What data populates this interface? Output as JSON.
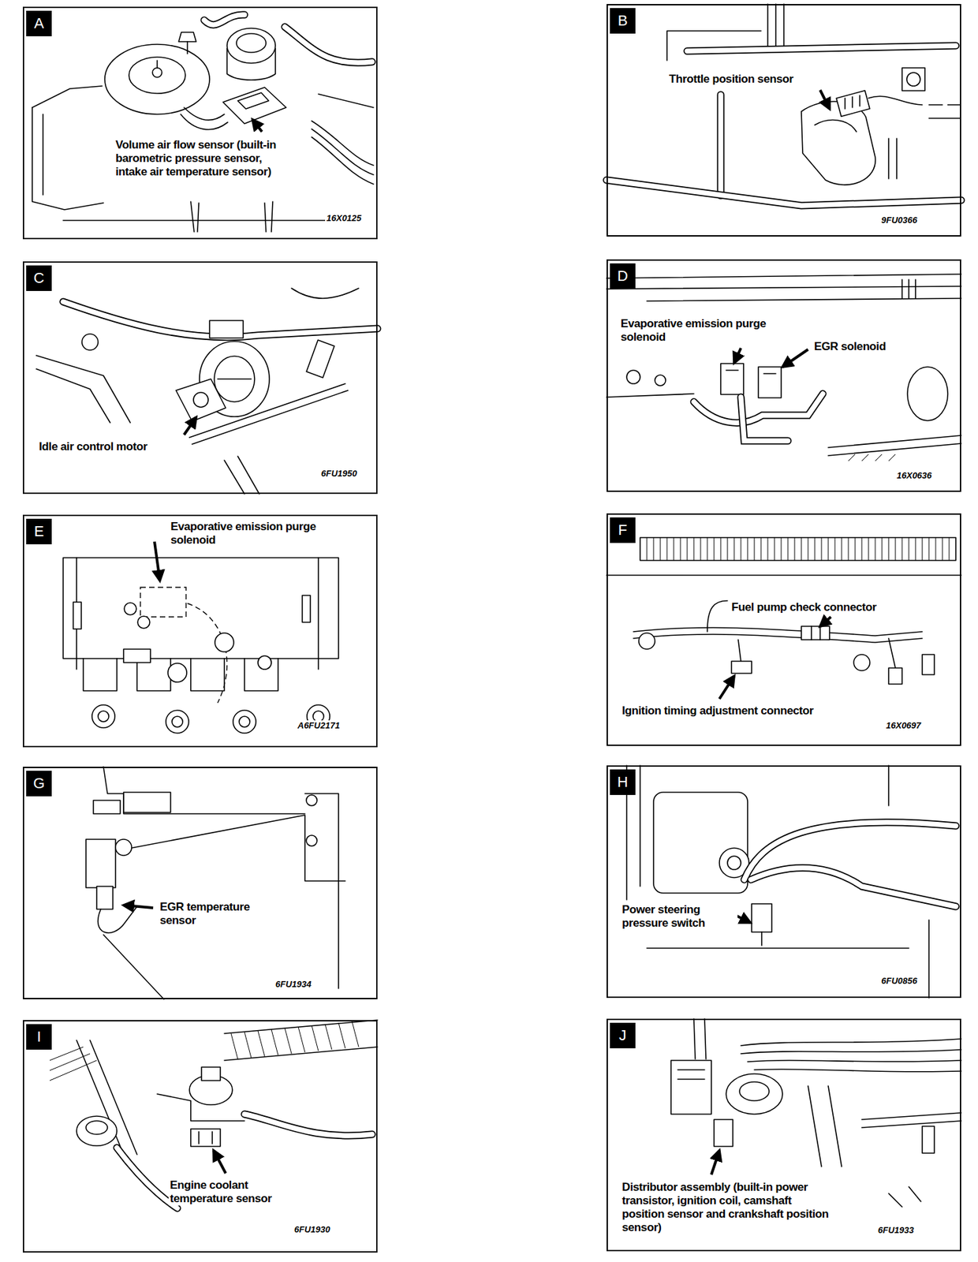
{
  "diagram": {
    "nodes": [
      {
        "text": [
          "A",
          "Volume air flow sensor (built-in barometric pressure sensor, intake air temperature sensor)",
          "16X0125"
        ]
      },
      {
        "text": [
          "B",
          "Throttle position sensor",
          "9FU0366"
        ]
      },
      {
        "text": [
          "C",
          "Idle air control motor",
          "6FU1950"
        ]
      },
      {
        "text": [
          "D",
          "Evaporative emission purge solenoid",
          "EGR solenoid",
          "16X0636"
        ]
      },
      {
        "text": [
          "E",
          "Evaporative emission purge solenoid",
          "A6FU2171"
        ]
      },
      {
        "text": [
          "F",
          "Fuel pump check connector",
          "Ignition timing adjustment connector",
          "16X0697"
        ]
      },
      {
        "text": [
          "G",
          "EGR temperature sensor",
          "6FU1934"
        ]
      },
      {
        "text": [
          "H",
          "Power steering pressure switch",
          "6FU0856"
        ]
      },
      {
        "text": [
          "I",
          "Engine coolant temperature sensor",
          "6FU1930"
        ]
      },
      {
        "text": [
          "J",
          "Distributor assembly (built-in power transistor, ignition coil, camshaft position sensor and crankshaft position sensor)",
          "6FU1933"
        ]
      }
    ]
  }
}
